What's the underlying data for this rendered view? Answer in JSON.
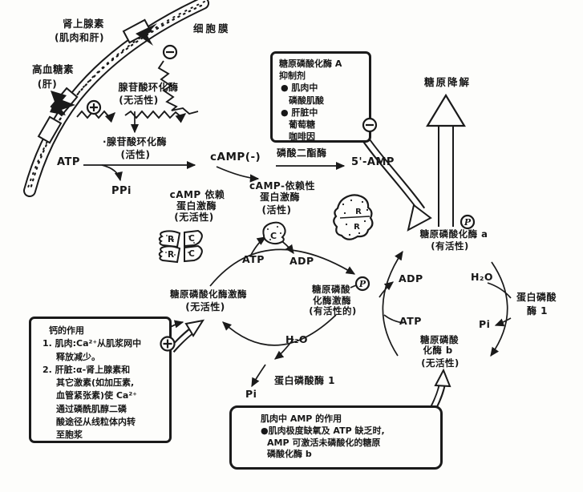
{
  "colors": {
    "ink": "#1a1a1a",
    "paper": "#fdfdfb"
  },
  "membrane_region": {
    "adrenaline_line1": "肾上腺素",
    "adrenaline_line2": "(肌肉和肝)",
    "cell_membrane": "细胞膜",
    "glucagon_line1": "高血糖素",
    "glucagon_line2": "(肝)"
  },
  "adenylate_cyclase": {
    "inactive_line1": "腺苷酸环化酶",
    "inactive_line2": "(无活性)",
    "active_line1": "·腺苷酸环化酶",
    "active_line2": "(活性)"
  },
  "camp_pathway": {
    "atp": "ATP",
    "ppi": "PPi",
    "camp": "cAMP(-)",
    "phosphodiesterase": "磷酸二酯酶",
    "amp": "5'-AMP"
  },
  "protein_kinase": {
    "inactive_line1": "cAMP 依赖",
    "inactive_line2": "蛋白激酶",
    "inactive_line3": "(无活性)",
    "active_line1": "cAMP-依赖性",
    "active_line2": "蛋白激酶",
    "active_line3": "(活性)",
    "subunit_r": "R",
    "subunit_c": "C"
  },
  "kinase_cycle": {
    "inactive_line1": "糖原磷酸化酶激酶",
    "inactive_line2": "(无活性)",
    "active_line1": "糖原磷酸",
    "active_line2": "化酶激酶",
    "active_line3": "(有活性的)",
    "atp": "ATP",
    "adp": "ADP",
    "h2o": "H₂O",
    "pi": "Pi",
    "phosphatase": "蛋白磷酸酶 1"
  },
  "phosphorylase_cycle": {
    "a_line1": "糖原磷酸化酶 a",
    "a_line2": "(有活性)",
    "b_line1": "糖原磷酸",
    "b_line2": "化酶 b",
    "b_line3": "(无活性)",
    "atp": "ATP",
    "adp": "ADP",
    "h2o": "H₂O",
    "pi": "Pi",
    "phosphatase_line1": "蛋白磷酸",
    "phosphatase_line2": "酶 1"
  },
  "glycogen_degradation": "糖原降解",
  "inhibitor_box": {
    "line1": "糖原磷酸化酶 A",
    "line2": "抑制剂",
    "line3": "● 肌肉中",
    "line4": "磷酸肌酸",
    "line5": "● 肝脏中",
    "line6": "葡萄糖",
    "line7": "咖啡因"
  },
  "calcium_box": {
    "line1": "钙的作用",
    "line2": "1. 肌肉:Ca²⁺从肌浆网中",
    "line3": "释放减少。",
    "line4": "2. 肝脏:α-肾上腺素和",
    "line5": "其它激素(如加压素,",
    "line6": "血管紧张素)使 Ca²⁺",
    "line7": "通过磷酰肌醇二磷",
    "line8": "酸途径从线粒体内转",
    "line9": "至胞浆"
  },
  "amp_box": {
    "line1": "肌肉中 AMP 的作用",
    "line2": "●肌肉极度缺氧及 ATP 缺乏时,",
    "line3": "AMP 可激活未磷酸化的糖原",
    "line4": "磷酸化酶 b"
  },
  "icons": {
    "phosphate_p": "P",
    "plus_circle": "⊕",
    "minus_circle": "⊖"
  }
}
